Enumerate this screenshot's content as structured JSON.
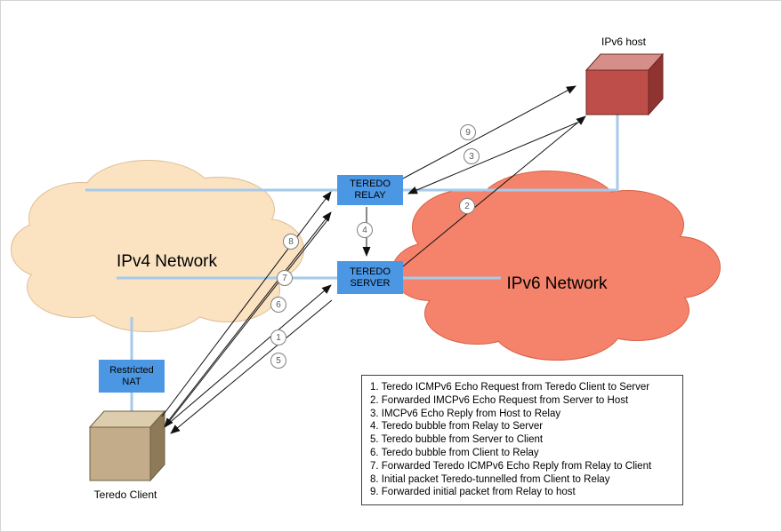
{
  "clouds": {
    "ipv4": {
      "label": "IPv4 Network",
      "fill": "#FBE3C2",
      "stroke": "#DFBE96"
    },
    "ipv6": {
      "label": "IPv6 Network",
      "fill": "#F5836C",
      "stroke": "#D95F45"
    }
  },
  "nodes": {
    "relay": {
      "line1": "TEREDO",
      "line2": "RELAY"
    },
    "server": {
      "line1": "TEREDO",
      "line2": "SERVER"
    },
    "nat": {
      "line1": "Restricted",
      "line2": "NAT"
    },
    "ipv6_host": {
      "label": "IPv6 host"
    },
    "teredo_client": {
      "label": "Teredo Client"
    }
  },
  "markers": [
    {
      "label": "1"
    },
    {
      "label": "2"
    },
    {
      "label": "3"
    },
    {
      "label": "4"
    },
    {
      "label": "5"
    },
    {
      "label": "6"
    },
    {
      "label": "7"
    },
    {
      "label": "8"
    },
    {
      "label": "9"
    }
  ],
  "legend": {
    "items": [
      "1. Teredo ICMPv6 Echo Request from Teredo Client to Server",
      "2. Forwarded IMCPv6 Echo Request from Server to Host",
      "3. IMCPv6 Echo Reply from Host to Relay",
      "4. Teredo bubble from Relay to Server",
      "5. Teredo bubble from Server to Client",
      "6. Teredo bubble from Client to Relay",
      "7. Forwarded Teredo ICMPv6 Echo Reply from Relay to Client",
      "8. Initial packet Teredo-tunnelled from Client to Relay",
      "9. Forwarded initial packet from Relay to host"
    ]
  },
  "colors": {
    "node_box": "#4B97E4",
    "connector_line": "#A6CAE8",
    "arrow": "#111111",
    "host_cube_front": "#BE4E49",
    "host_cube_top": "#D68E89",
    "host_cube_side": "#8F3431",
    "client_cube_front": "#C3AC89",
    "client_cube_top": "#DECDAC",
    "client_cube_side": "#8D7A58"
  }
}
